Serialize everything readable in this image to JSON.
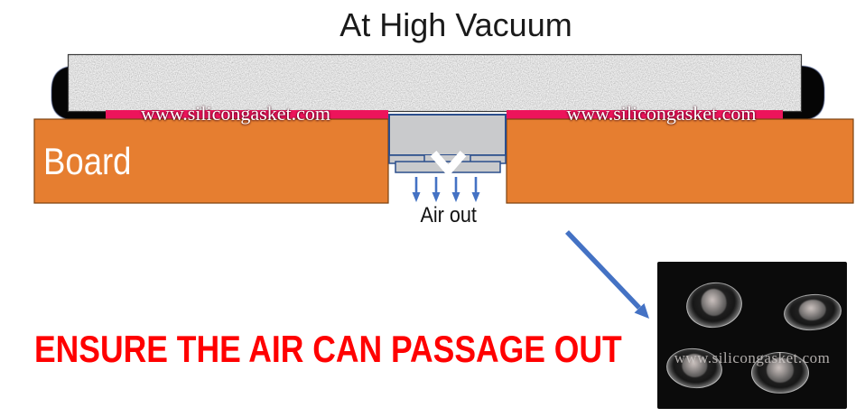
{
  "title": "At High Vacuum",
  "diagram": {
    "board_label": "Board",
    "air_out_label": "Air out",
    "gasket_watermark_left": "www.silicongasket.com",
    "gasket_watermark_right": "www.silicongasket.com"
  },
  "warning": {
    "text": "ENSURE THE AIR CAN PASSAGE OUT"
  },
  "photo": {
    "watermark": "www.silicongasket.com"
  },
  "colors": {
    "board_orange": "#E67E30",
    "gasket_pink": "#ED145B",
    "accent_blue": "#4472C4",
    "valve_gray": "#C9CACC",
    "valve_border_blue": "#2B4E8C",
    "warning_red": "#FF0000",
    "clamp_black": "#050505"
  }
}
